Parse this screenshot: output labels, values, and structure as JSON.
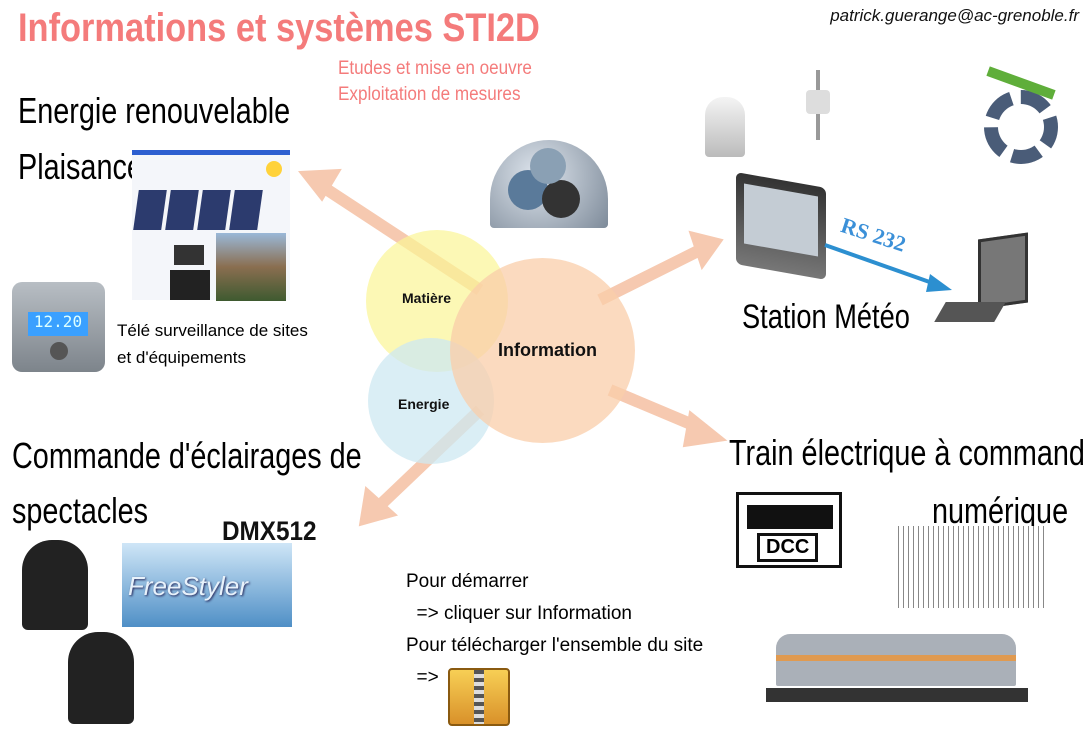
{
  "header": {
    "title": "Informations et systèmes STI2D",
    "email": "patrick.guerange@ac-grenoble.fr",
    "subtitle_lines": [
      "Etudes et mise en oeuvre",
      "Exploitation  de  mesures"
    ]
  },
  "diagram": {
    "circles": [
      "Matière",
      "Energie",
      "Information"
    ]
  },
  "sections": {
    "energie": {
      "line1": "Energie   renouvelable",
      "line2": "Plaisance"
    },
    "telesurveillance": {
      "line1": "Télé surveillance de sites",
      "line2": "et d'équipements",
      "display_value": "12.20"
    },
    "eclairage": {
      "line1": "Commande d'éclairages de",
      "line2": "spectacles",
      "dmx": "DMX512",
      "software": "FreeStyler"
    },
    "meteo": {
      "label": "Station Météo",
      "link": "RS 232"
    },
    "train": {
      "line1": "Train électrique à commande",
      "line2": "numérique",
      "logo": "DCC"
    }
  },
  "instructions": {
    "line1": "Pour démarrer",
    "line2": "  => cliquer sur Information",
    "line3": "Pour télécharger l'ensemble du site",
    "line4": "  =>"
  },
  "colors": {
    "title": "#f47b7b",
    "arrow": "#f6c9b0",
    "yellow": "#fbf7a6",
    "blue": "#d6ecf3",
    "orange": "#fbd9bd"
  }
}
